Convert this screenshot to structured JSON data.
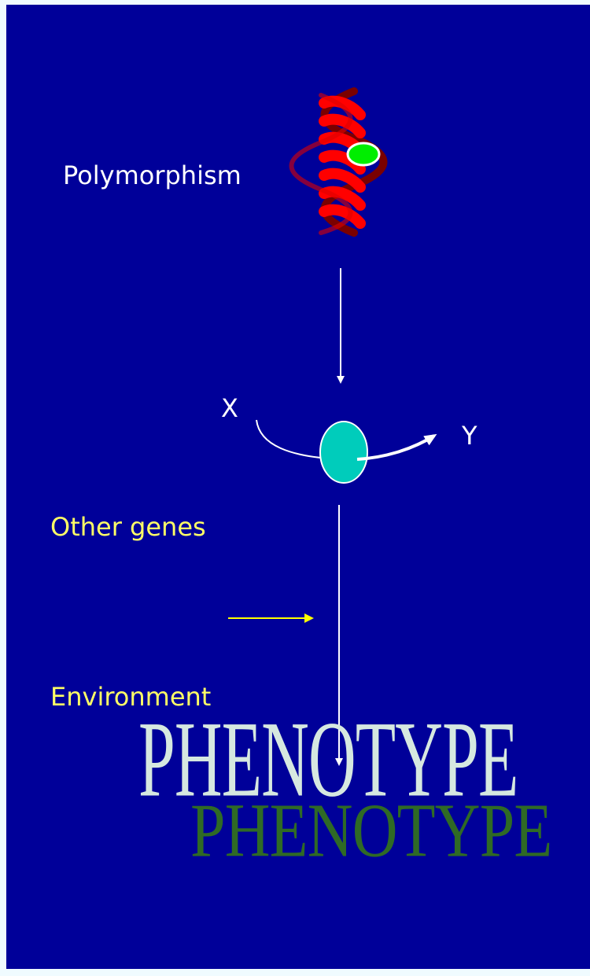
{
  "diagram": {
    "polymorphism_label": "Polymorphism",
    "substrate_label": "X",
    "product_label": "Y",
    "other_genes_label": "Other genes",
    "environment_label": "Environment",
    "phenotype_label": "PHENOTYPE",
    "phenotype_shadow_label": "PHENOTYPE"
  },
  "colors": {
    "slide_background": "#000099",
    "page_background": "#f0fbff",
    "dna_helix": "#ff0000",
    "dna_helix_dark": "#8b0000",
    "polymorphism_marker": "#00ee00",
    "enzyme": "#00ccbb",
    "arrow_white": "#ffffff",
    "arrow_yellow": "#ffff00",
    "label_white": "#ffffff",
    "label_yellow": "#ffff66",
    "phenotype_text": "#d6e8e0",
    "phenotype_shadow_text": "#2f6a25"
  },
  "icons": {
    "gene": "dna-helix-icon",
    "variant": "polymorphism-marker-icon",
    "enzyme": "enzyme-ellipse-icon"
  }
}
